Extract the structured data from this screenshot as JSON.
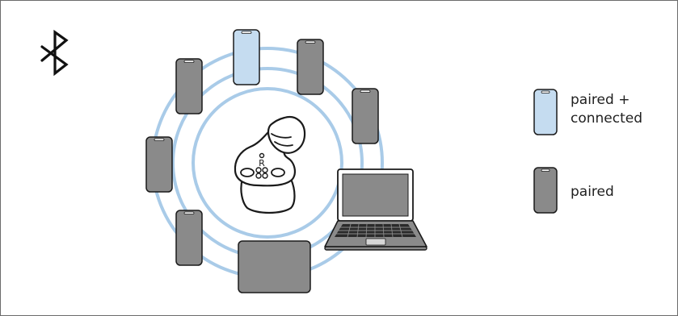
{
  "colors": {
    "connected": "#c5dcf0",
    "paired": "#8a8a8a",
    "rings": "#a9cbe8",
    "outline": "#1a1a1a"
  },
  "earbud": {
    "side_label": "R"
  },
  "legend": {
    "connected_label_line1": "paired +",
    "connected_label_line2": "connected",
    "paired_label": "paired"
  },
  "icons": [
    "bluetooth-icon",
    "earbud-icon",
    "phone-icon",
    "tablet-icon",
    "laptop-icon"
  ]
}
